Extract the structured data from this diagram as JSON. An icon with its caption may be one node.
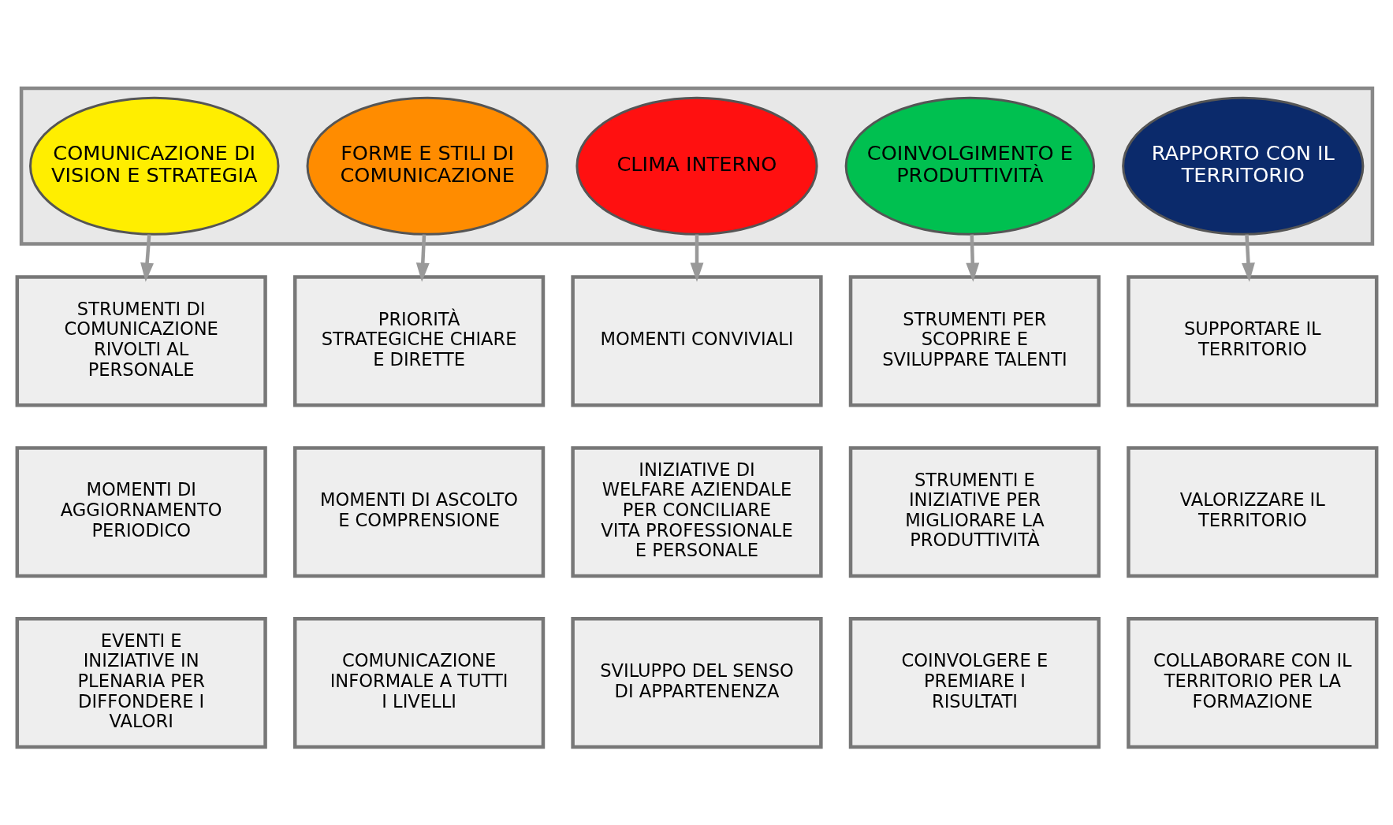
{
  "diagram": {
    "nodes": [
      {
        "text": [],
        "shape": "box"
      },
      {
        "text": [
          "COMUNICAZIONE DI VISION E STRATEGIA"
        ],
        "in": 0
      },
      {
        "text": [
          "FORME E STILI DI COMUNICAZIONE"
        ],
        "in": 0
      },
      {
        "text": [
          "CLIMA INTERNO"
        ],
        "in": 0
      },
      {
        "text": [
          "COINVOLGIMENTO E PRODUTTIVITÀ"
        ],
        "in": 0
      },
      {
        "text": [
          "RAPPORTO CON IL TERRITORIO"
        ],
        "in": 0
      },
      {
        "text": [
          "STRUMENTI DI COMUNICAZIONE RIVOLTI AL PERSONALE"
        ]
      },
      {
        "text": [
          "PRIORITÀ STRATEGICHE CHIARE E DIRETTE"
        ]
      },
      {
        "text": [
          "MOMENTI CONVIVIALI"
        ]
      },
      {
        "text": [
          "STRUMENTI PER SCOPRIRE E SVILUPPARE TALENTI"
        ]
      },
      {
        "text": [
          "SUPPORTARE IL TERRITORIO"
        ]
      },
      {
        "text": [
          "MOMENTI DI AGGIORNAMENTO PERIODICO"
        ]
      },
      {
        "text": [
          "MOMENTI DI ASCOLTO E COMPRENSIONE"
        ]
      },
      {
        "text": [
          "INIZIATIVE DI WELFARE AZIENDALE PER CONCILIARE VITA PROFESSIONALE E PERSONALE"
        ]
      },
      {
        "text": [
          "STRUMENTI E INIZIATIVE PER MIGLIORARE LA PRODUTTIVITÀ"
        ]
      },
      {
        "text": [
          "VALORIZZARE IL TERRITORIO"
        ]
      },
      {
        "text": [
          "EVENTI E INIZIATIVE IN PLENARIA PER DIFFONDERE I VALORI"
        ]
      },
      {
        "text": [
          "COMUNICAZIONE INFORMALE A TUTTI I LIVELLI"
        ]
      },
      {
        "text": [
          "SVILUPPO DEL SENSO DI APPARTENENZA"
        ]
      },
      {
        "text": [
          "COINVOLGERE E PREMIARE I RISULTATI"
        ]
      },
      {
        "text": [
          "COLLABORARE CON IL TERRITORIO PER LA FORMAZIONE"
        ]
      }
    ],
    "edges": [
      {
        "from": 1,
        "to": 6,
        "arrow": "to"
      },
      {
        "from": 2,
        "to": 7,
        "arrow": "to"
      },
      {
        "from": 3,
        "to": 8,
        "arrow": "to"
      },
      {
        "from": 4,
        "to": 9,
        "arrow": "to"
      },
      {
        "from": 5,
        "to": 10,
        "arrow": "to"
      }
    ]
  }
}
